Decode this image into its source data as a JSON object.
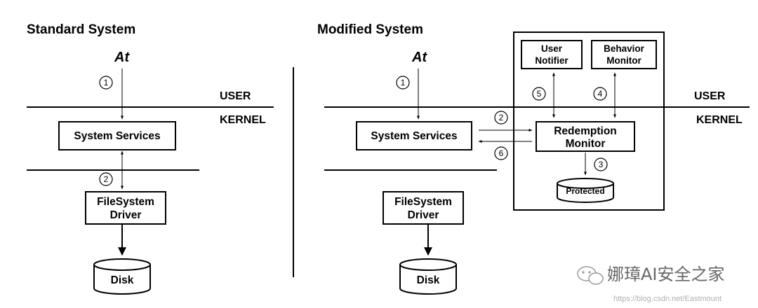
{
  "left": {
    "title": "Standard System",
    "actor": "At",
    "user_label": "USER",
    "kernel_label": "KERNEL",
    "system_services": "System Services",
    "fs_driver_line1": "FileSystem",
    "fs_driver_line2": "Driver",
    "disk": "Disk",
    "step1": "1",
    "step2": "2"
  },
  "right": {
    "title": "Modified System",
    "actor": "At",
    "user_label": "USER",
    "kernel_label": "KERNEL",
    "system_services": "System Services",
    "fs_driver_line1": "FileSystem",
    "fs_driver_line2": "Driver",
    "disk": "Disk",
    "user_notifier_line1": "User",
    "user_notifier_line2": "Notifier",
    "behavior_monitor_line1": "Behavior",
    "behavior_monitor_line2": "Monitor",
    "redemption_line1": "Redemption",
    "redemption_line2": "Monitor",
    "protected": "Protected",
    "step1": "1",
    "step2": "2",
    "step3": "3",
    "step4": "4",
    "step5": "5",
    "step6": "6"
  },
  "watermark": {
    "name": "娜璋AI安全之家",
    "url": "https://blog.csdn.net/Eastmount"
  }
}
